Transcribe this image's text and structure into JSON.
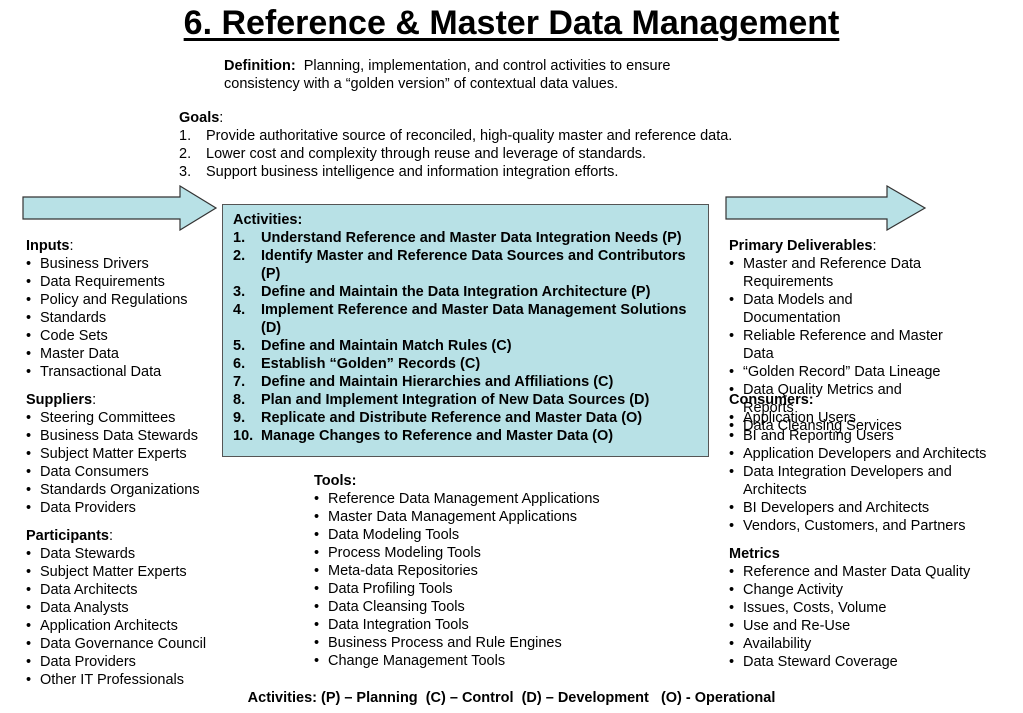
{
  "title": "6. Reference & Master Data Management",
  "definition": {
    "label": "Definition:",
    "line1": "Planning, implementation, and control activities to ensure",
    "line2": "consistency with a “golden version” of contextual data values."
  },
  "goals": {
    "label": "Goals",
    "items": [
      {
        "num": "1.",
        "text": "Provide authoritative source of reconciled, high-quality master and reference data."
      },
      {
        "num": "2.",
        "text": "Lower cost and complexity through reuse and leverage of standards."
      },
      {
        "num": "3.",
        "text": "Support business intelligence and information integration efforts."
      }
    ]
  },
  "activities": {
    "label": "Activities:",
    "items": [
      {
        "num": "1.",
        "text": "Understand Reference and Master Data Integration Needs (P)"
      },
      {
        "num": "2.",
        "text": "Identify Master and Reference Data Sources and Contributors (P)"
      },
      {
        "num": "3.",
        "text": "Define and Maintain the Data Integration Architecture (P)"
      },
      {
        "num": "4.",
        "text": "Implement Reference and Master Data Management Solutions (D)"
      },
      {
        "num": "5.",
        "text": "Define and Maintain Match Rules (C)"
      },
      {
        "num": "6.",
        "text": "Establish “Golden” Records (C)"
      },
      {
        "num": "7.",
        "text": "Define and Maintain Hierarchies and Affiliations (C)"
      },
      {
        "num": "8.",
        "text": "Plan and Implement Integration of New Data Sources (D)"
      },
      {
        "num": "9.",
        "text": "Replicate and Distribute Reference and Master Data (O)"
      },
      {
        "num": "10.",
        "text": "Manage Changes to Reference and Master Data (O)"
      }
    ]
  },
  "inputs": {
    "label": "Inputs",
    "items": [
      "Business Drivers",
      "Data Requirements",
      "Policy and Regulations",
      "Standards",
      "Code Sets",
      "Master Data",
      "Transactional Data"
    ]
  },
  "suppliers": {
    "label": "Suppliers",
    "items": [
      "Steering Committees",
      "Business Data Stewards",
      "Subject Matter Experts",
      "Data Consumers",
      "Standards Organizations",
      "Data Providers"
    ]
  },
  "participants": {
    "label": "Participants",
    "items": [
      "Data Stewards",
      "Subject Matter Experts",
      "Data Architects",
      "Data Analysts",
      "Application Architects",
      "Data Governance Council",
      "Data Providers",
      "Other IT Professionals"
    ]
  },
  "tools": {
    "label": "Tools:",
    "items": [
      "Reference Data Management Applications",
      "Master Data Management Applications",
      "Data Modeling Tools",
      "Process Modeling Tools",
      "Meta-data Repositories",
      "Data Profiling Tools",
      "Data Cleansing Tools",
      "Data Integration Tools",
      "Business Process and Rule Engines",
      "Change Management Tools"
    ]
  },
  "deliverables": {
    "label": "Primary Deliverables",
    "items": [
      "Master and Reference Data Requirements",
      "Data Models and Documentation",
      "Reliable Reference and Master Data",
      "“Golden Record” Data Lineage",
      "Data Quality Metrics and Reports",
      "Data Cleansing Services"
    ]
  },
  "consumers": {
    "label": "Consumers:",
    "items": [
      "Application Users",
      "BI and Reporting Users",
      "Application Developers and Architects",
      "Data Integration Developers and Architects",
      "BI Developers and Architects",
      "Vendors, Customers, and Partners"
    ]
  },
  "metrics": {
    "label": "Metrics",
    "items": [
      "Reference and Master Data Quality",
      "Change Activity",
      "Issues, Costs, Volume",
      "Use and Re-Use",
      "Availability",
      "Data Steward Coverage"
    ]
  },
  "legend": "Activities: (P) – Planning  (C) – Control  (D) – Development   (O) - Operational",
  "colors": {
    "activities_box": "#b8e1e6",
    "arrow_fill": "#b8e1e6"
  }
}
